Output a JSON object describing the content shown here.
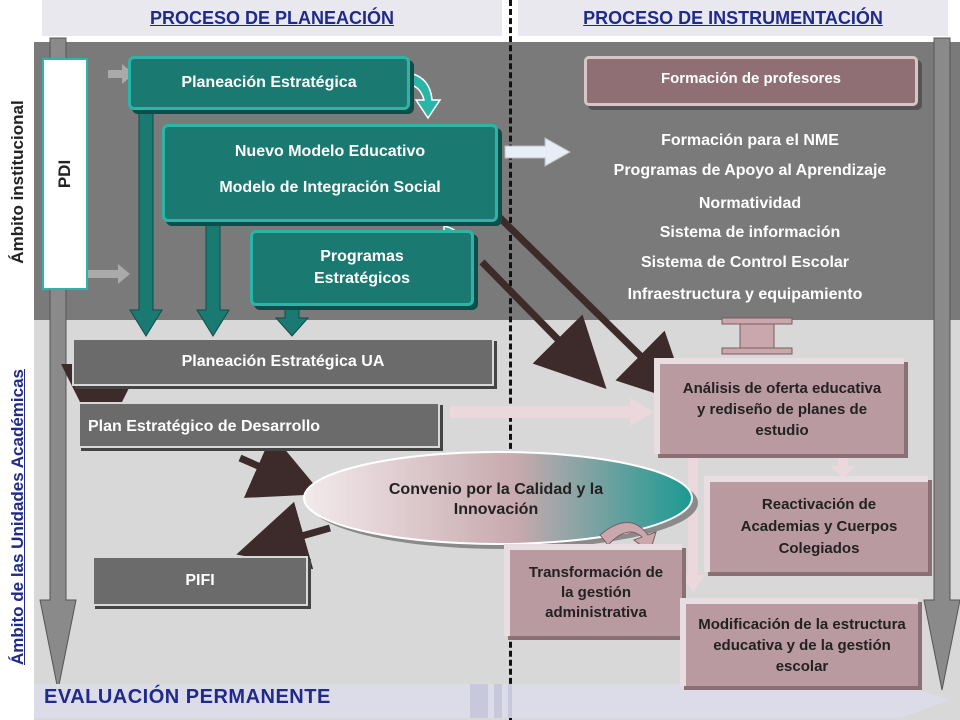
{
  "headers": {
    "left": "PROCESO DE PLANEACIÓN",
    "right": "PROCESO DE INSTRUMENTACIÓN"
  },
  "side_labels": {
    "institucional": "Ámbito institucional",
    "academicas": "Ámbito de las Unidades Académicas"
  },
  "pdi": "PDI",
  "boxes": {
    "planeacion_estrategica": "Planeación Estratégica",
    "nuevo_modelo": "Nuevo Modelo Educativo",
    "modelo_integracion": "Modelo de Integración Social",
    "programas_estrategicos": "Programas Estratégicos",
    "planeacion_ua": "Planeación Estratégica UA",
    "plan_desarrollo": "Plan Estratégico de Desarrollo",
    "pifi": "PIFI",
    "convenio": "Convenio por la Calidad y la Innovación",
    "formacion_profesores": "Formación de profesores",
    "analisis_oferta": "Análisis de oferta educativa y rediseño de planes de estudio",
    "reactivacion": "Reactivación de Academias y Cuerpos Colegiados",
    "transformacion": "Transformación de la gestión administrativa",
    "modificacion": "Modificación de la estructura educativa y de la gestión escolar"
  },
  "instrument_list": [
    "Formación para el NME",
    "Programas de Apoyo al Aprendizaje",
    "Normatividad",
    "Sistema de información",
    "Sistema de Control Escolar",
    "Infraestructura y equipamiento"
  ],
  "footer": "EVALUACIÓN PERMANENTE",
  "colors": {
    "teal": "#1a7a72",
    "mauve": "#b99aa0",
    "header_text": "#1f2a8a",
    "dark_arrow": "#4a3232"
  }
}
